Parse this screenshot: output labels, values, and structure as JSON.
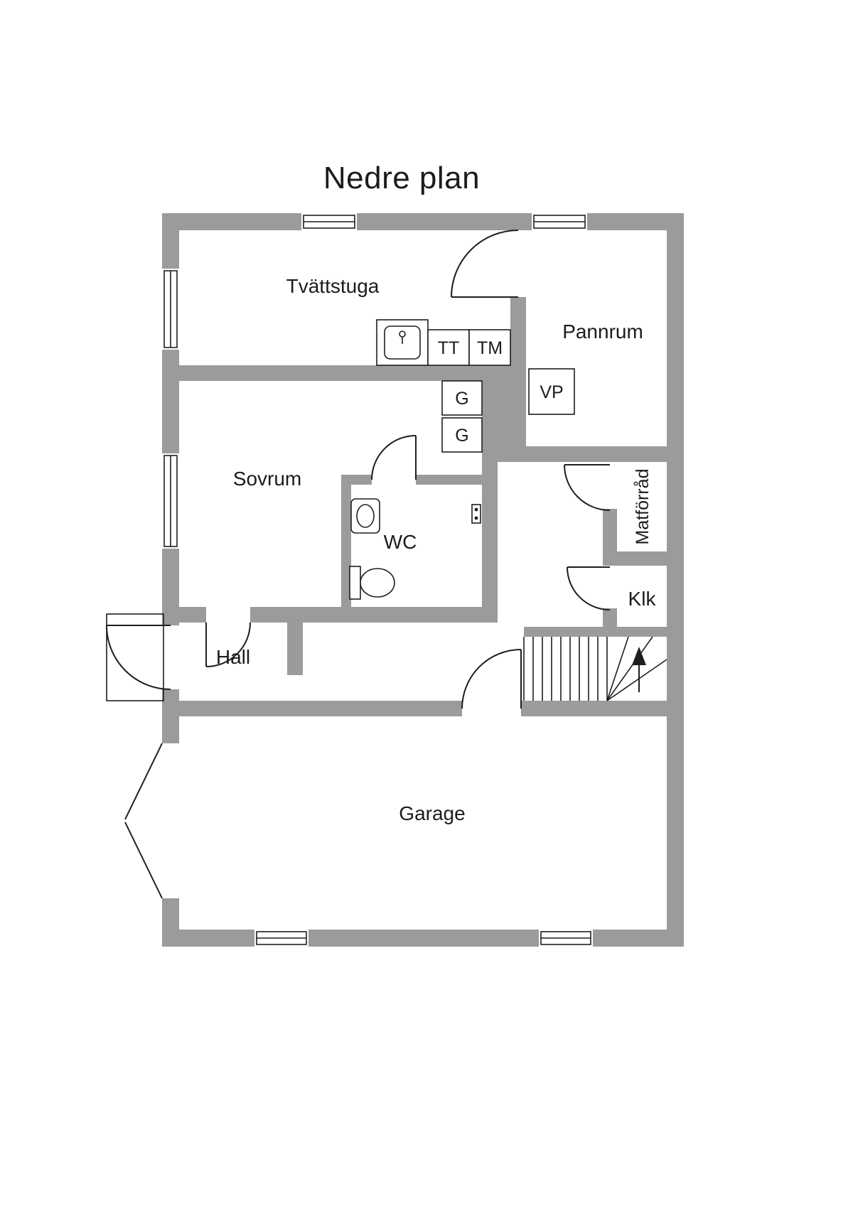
{
  "title": "Nedre plan",
  "colors": {
    "wall": "#9b9b9b",
    "line": "#1e1e1e",
    "text": "#1c1c1c",
    "bg": "#ffffff"
  },
  "rooms": {
    "tvattstuga": {
      "label": "Tvättstuga"
    },
    "pannrum": {
      "label": "Pannrum"
    },
    "sovrum": {
      "label": "Sovrum"
    },
    "wc": {
      "label": "WC"
    },
    "hall": {
      "label": "Hall"
    },
    "matforrad": {
      "label": "Matförråd"
    },
    "klk": {
      "label": "Klk"
    },
    "garage": {
      "label": "Garage"
    }
  },
  "fixtures": {
    "tt": "TT",
    "tm": "TM",
    "g_upper": "G",
    "g_lower": "G",
    "vp": "VP"
  }
}
